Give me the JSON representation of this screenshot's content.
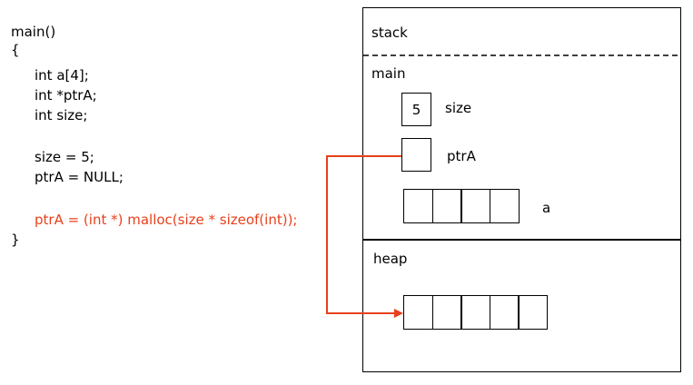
{
  "code": {
    "lines": [
      "main()",
      "{",
      "int a[4];",
      "int *ptrA;",
      "int size;",
      "size = 5;",
      "ptrA = NULL;",
      "ptrA = (int *) malloc(size * sizeof(int));",
      "}"
    ],
    "highlight_color": "#e8401c"
  },
  "memory": {
    "stack_label": "stack",
    "main_label": "main",
    "size_value": "5",
    "size_label": "size",
    "ptr_label": "ptrA",
    "array_label": "a",
    "array_cells": 4,
    "heap_label": "heap",
    "heap_cells": 5
  },
  "arrow_color": "#e8401c"
}
